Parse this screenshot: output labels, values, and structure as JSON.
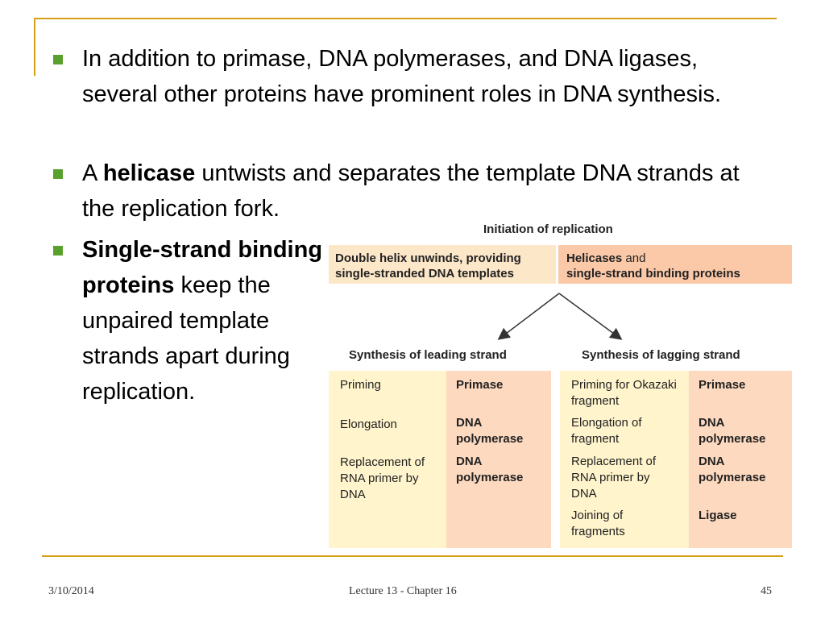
{
  "bullets": [
    {
      "text": "In addition to primase, DNA polymerases, and DNA ligases, several other proteins have prominent roles in DNA synthesis."
    },
    {
      "prefix": "A ",
      "bold": "helicase",
      "suffix": " untwists and separates the template DNA strands at the replication fork."
    },
    {
      "bold": "Single-strand binding proteins",
      "suffix": " keep the unpaired template strands apart during replication."
    }
  ],
  "figure": {
    "title": "Initiation of replication",
    "initiation": {
      "process": "Double helix unwinds, providing single-stranded DNA templates",
      "enzyme_bold_1": "Helicases",
      "enzyme_and": " and",
      "enzyme_bold_2": "single-strand binding proteins"
    },
    "leading": {
      "title": "Synthesis of leading strand",
      "rows": [
        {
          "process": "Priming",
          "enzyme": "Primase"
        },
        {
          "process": "Elongation",
          "enzyme": "DNA polymerase"
        },
        {
          "process": "Replacement of RNA primer by DNA",
          "enzyme": "DNA polymerase"
        }
      ]
    },
    "lagging": {
      "title": "Synthesis of lagging strand",
      "rows": [
        {
          "process": "Priming for Okazaki fragment",
          "enzyme": "Primase"
        },
        {
          "process": "Elongation of fragment",
          "enzyme": "DNA polymerase"
        },
        {
          "process": "Replacement of RNA primer by DNA",
          "enzyme": "DNA polymerase"
        },
        {
          "process": "Joining of fragments",
          "enzyme": "Ligase"
        }
      ]
    }
  },
  "footer": {
    "date": "3/10/2014",
    "center": "Lecture 13 - Chapter 16",
    "page": "45"
  },
  "colors": {
    "accent_rule": "#d4a017",
    "bullet": "#5aa02c",
    "process_cell": "#fff4cc",
    "enzyme_cell": "#fdd9bf"
  }
}
